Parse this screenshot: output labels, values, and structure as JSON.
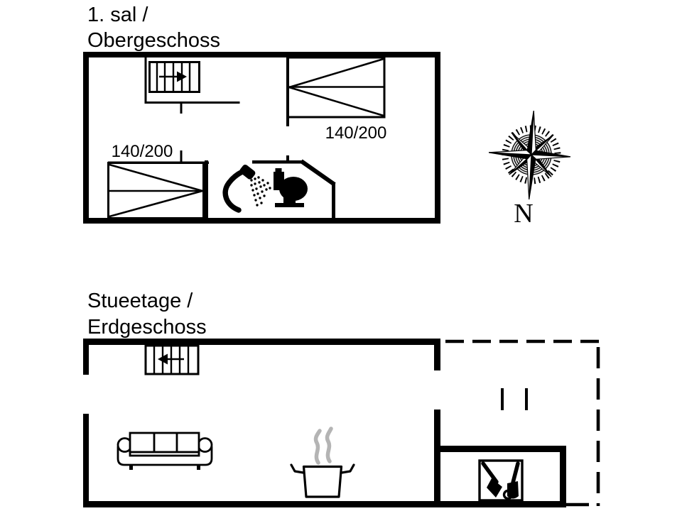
{
  "meta": {
    "type": "holiday-house floor plan",
    "background_color": "#ffffff",
    "line_color": "#000000",
    "steam_color": "#b4b4b4"
  },
  "upper_floor": {
    "title_line1": "1. sal /",
    "title_line2": "Obergeschoss",
    "bed_left_label": "140/200",
    "bed_right_label": "140/200",
    "icons": [
      "staircase-up-icon",
      "double-bed-icon",
      "double-bed-icon",
      "shower-icon",
      "toilet-icon"
    ]
  },
  "ground_floor": {
    "title_line1": "Stueetage /",
    "title_line2": "Erdgeschoss",
    "icons": [
      "staircase-down-icon",
      "sofa-icon",
      "cooking-pot-icon",
      "steam-icon",
      "wood-stove-icon",
      "terrace-dashed-outline"
    ]
  },
  "compass": {
    "label": "N"
  }
}
